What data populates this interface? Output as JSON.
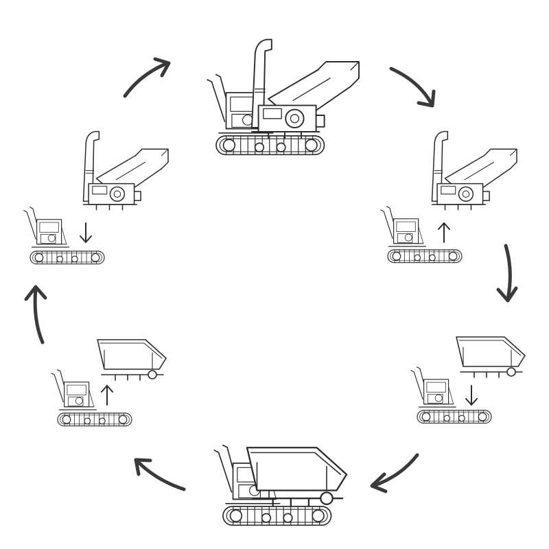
{
  "diagram": {
    "type": "cycle",
    "stages": [
      {
        "id": "chipper-mounted",
        "attachment": "wood-chipper",
        "state": "mounted"
      },
      {
        "id": "chipper-lift-off",
        "attachment": "wood-chipper",
        "state": "detached",
        "motion": "up"
      },
      {
        "id": "dumper-lower-on",
        "attachment": "dumper-bucket",
        "state": "detached",
        "motion": "down"
      },
      {
        "id": "dumper-mounted",
        "attachment": "dumper-bucket",
        "state": "mounted"
      },
      {
        "id": "dumper-lift-off",
        "attachment": "dumper-bucket",
        "state": "detached",
        "motion": "up"
      },
      {
        "id": "chipper-lower-on",
        "attachment": "wood-chipper",
        "state": "detached",
        "motion": "down"
      }
    ],
    "cycle_direction": "clockwise",
    "ink_color": "#2b2b2b",
    "arrow_color": "#3a3a3a"
  }
}
